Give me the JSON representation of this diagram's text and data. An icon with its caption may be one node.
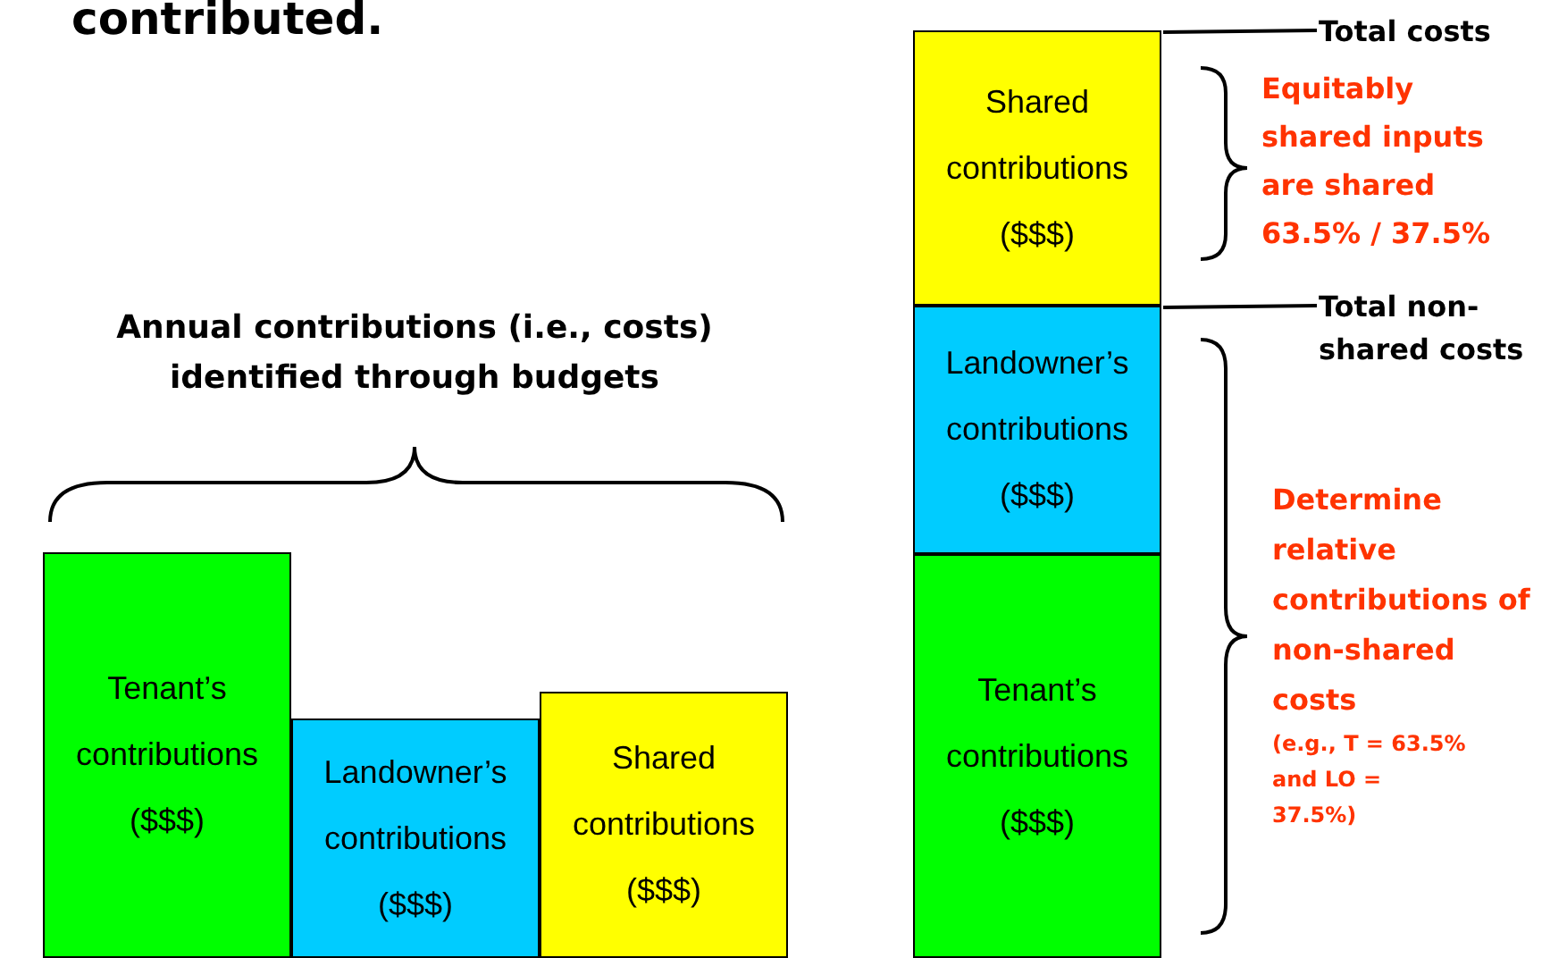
{
  "diagram": {
    "title": "contributed.",
    "nodes": [
      {
        "text": [
          "Tenant’s contributions ($$$)"
        ]
      },
      {
        "text": [
          "Landowner’s contributions ($$$)"
        ]
      },
      {
        "text": [
          "Shared contributions ($$$)"
        ]
      },
      {
        "text": [
          "Shared contributions ($$$)"
        ]
      },
      {
        "text": [
          "Landowner’s contributions ($$$)"
        ]
      },
      {
        "text": [
          "Tenant’s contributions ($$$)"
        ]
      },
      {
        "text": [
          "Total costs"
        ]
      },
      {
        "text": [
          "Total non-shared costs"
        ]
      }
    ],
    "edges": [
      {
        "from": 6,
        "to": 3,
        "arrow": "none"
      },
      {
        "from": 7,
        "to": 4,
        "arrow": "none"
      }
    ],
    "labels": [
      "Annual contributions (i.e., costs) identified through budgets",
      "Equitably shared inputs are shared 63.5% / 37.5%",
      "Determine relative contributions of non-shared costs",
      "(e.g., T = 63.5% and LO = 37.5%)"
    ]
  }
}
